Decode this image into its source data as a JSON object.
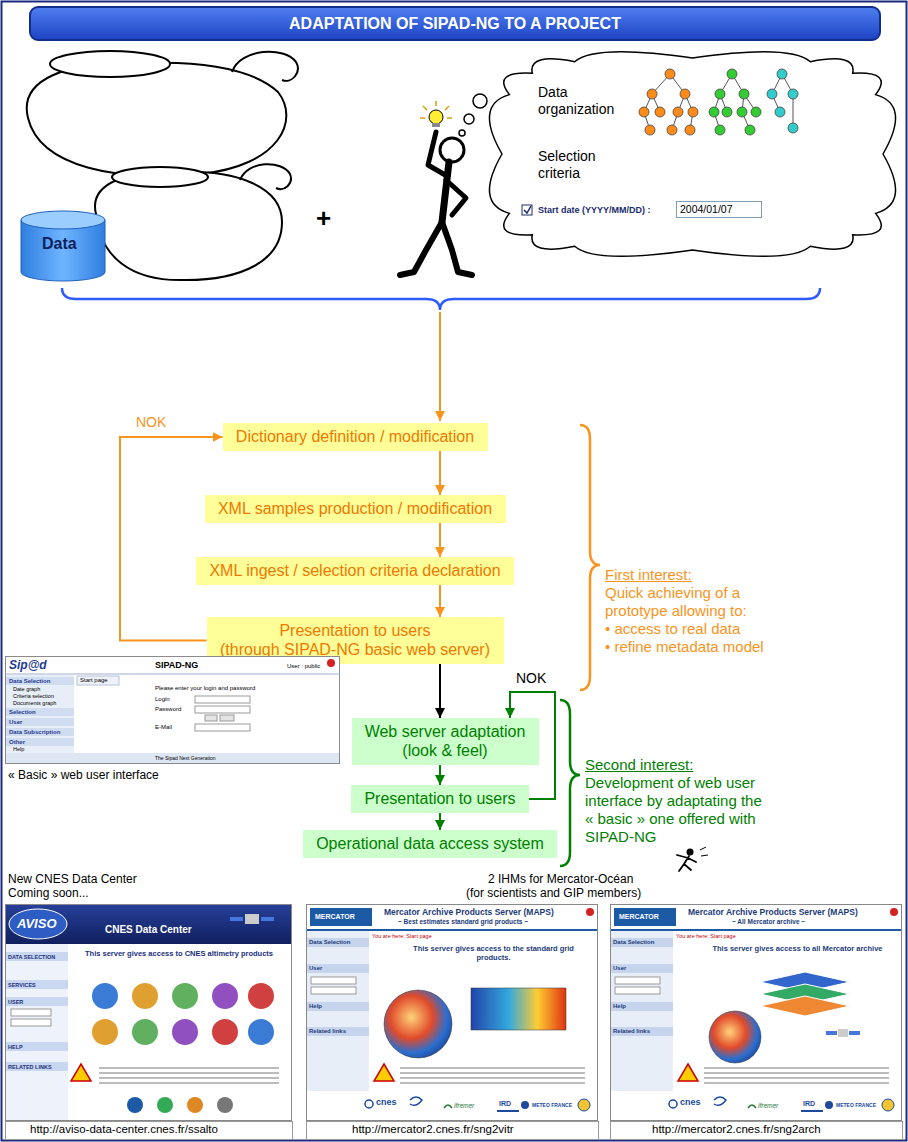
{
  "diagram": {
    "title": "ADAPTATION OF SIPAD-NG TO A PROJECT",
    "nodes": [
      {
        "text": [
          "Data"
        ]
      },
      {
        "text": [
          "Data organization",
          "Selection criteria",
          "Start date (YYYY/MM/DD) :"
        ]
      },
      {
        "text": [
          "2004/01/07"
        ],
        "in": 1
      },
      {
        "text": [
          "Dictionary definition / modification"
        ]
      },
      {
        "text": [
          "XML samples production / modification"
        ]
      },
      {
        "text": [
          "XML ingest / selection criteria declaration"
        ]
      },
      {
        "text": [
          "Presentation to users (through SIPAD-NG basic web server)"
        ]
      },
      {
        "text": [
          "Sip@d",
          "SIPAD-NG",
          "User : public",
          "Data Selection",
          "Date graph",
          "Criteria selection",
          "Documents graph",
          "Selection",
          "User",
          "Data Subscription",
          "Other",
          "Help",
          "Start page",
          "Please enter your login and password",
          "Login",
          "Password",
          "E-Mail",
          "The Sipad Next Generation"
        ]
      },
      {
        "text": [
          "Web server adaptation (look & feel)"
        ]
      },
      {
        "text": [
          "Presentation to users"
        ]
      },
      {
        "text": [
          "Operational data access system"
        ]
      },
      {
        "text": [
          "AVISO",
          "CNES Data Center",
          "This server gives access to CNES altimetry products",
          "DATA SELECTION",
          "SERVICES",
          "USER",
          "HELP",
          "RELATED LINKS"
        ]
      },
      {
        "text": [
          "MERCATOR",
          "Mercator Archive Products Server (MAPS)",
          "~ Best estimates standard grid products ~",
          "You are here: Start page",
          "This server gives access to the standard grid products.",
          "Data Selection",
          "User",
          "Help",
          "Related links",
          "cnes",
          "ifremer",
          "IRD",
          "METEO FRANCE"
        ]
      },
      {
        "text": [
          "MERCATOR",
          "Mercator Archive Products Server (MAPS)",
          "~ All Mercator archive ~",
          "You are here: Start page",
          "This server gives access to all Mercator archive",
          "Data Selection",
          "User",
          "Help",
          "Related links",
          "cnes",
          "ifremer",
          "IRD",
          "METEO FRANCE"
        ]
      }
    ],
    "edges": [
      {
        "from": 3,
        "to": 4,
        "arrow": "to"
      },
      {
        "from": 4,
        "to": 5,
        "arrow": "to"
      },
      {
        "from": 5,
        "to": 6,
        "arrow": "to"
      },
      {
        "from": 6,
        "to": 3,
        "label": "NOK",
        "arrow": "to"
      },
      {
        "from": 6,
        "to": 8,
        "arrow": "to"
      },
      {
        "from": 8,
        "to": 9,
        "arrow": "to"
      },
      {
        "from": 9,
        "to": 8,
        "label": "NOK",
        "arrow": "to"
      },
      {
        "from": 9,
        "to": 10,
        "arrow": "to"
      }
    ],
    "labels": [
      "+",
      "First interest:",
      "Quick achieving of a prototype allowing to:",
      "• access to real data",
      "• refine metadata model",
      "Second interest:",
      "Development of web user interface by adaptating the « basic » one offered with SIPAD-NG",
      "« Basic » web user interface",
      "New CNES Data Center",
      "Coming soon...",
      "2 IHMs for Mercator-Océan",
      "(for scientists and GIP members)",
      "http://aviso-data-center.cnes.fr/ssalto",
      "http://mercator2.cnes.fr/sng2vitr",
      "http://mercator2.cnes.fr/sng2arch"
    ]
  }
}
